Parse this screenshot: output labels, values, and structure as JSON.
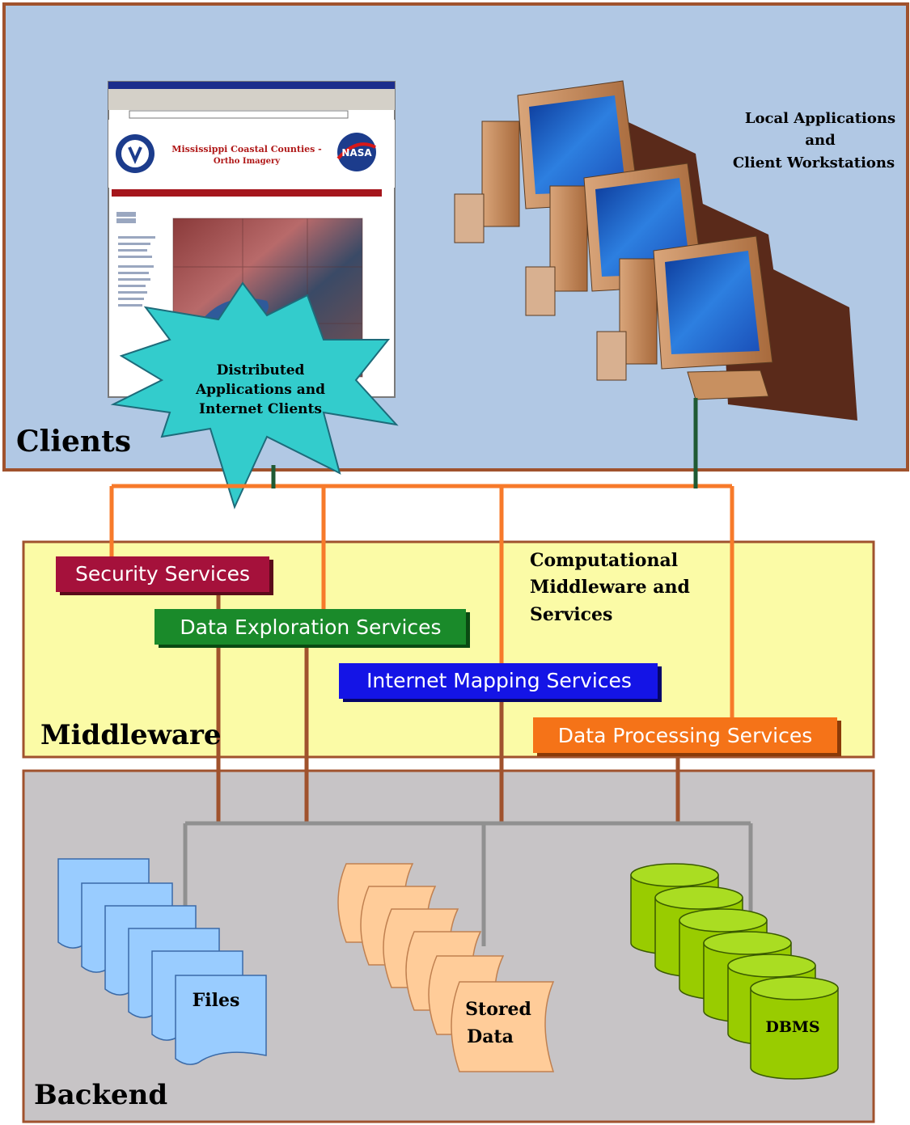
{
  "layers": {
    "clients": "Clients",
    "middleware": "Middleware",
    "backend": "Backend"
  },
  "clients": {
    "local_line1": "Local Applications",
    "local_line2": "and",
    "local_line3": "Client Workstations",
    "burst_line1": "Distributed",
    "burst_line2": "Applications and",
    "burst_line3": "Internet Clients",
    "browser": {
      "page_title_line1": "Mississippi Coastal Counties -",
      "page_title_line2": "Ortho Imagery",
      "nasa_logo": "NASA"
    }
  },
  "middleware": {
    "title_line1": "Computational",
    "title_line2": "Middleware and",
    "title_line3": "Services",
    "services": [
      {
        "label": "Security Services",
        "color": "#a5113b"
      },
      {
        "label": "Data Exploration Services",
        "color": "#1a8a2a"
      },
      {
        "label": "Internet Mapping Services",
        "color": "#1414e6"
      },
      {
        "label": "Data Processing Services",
        "color": "#f57318"
      }
    ]
  },
  "backend": {
    "files": "Files",
    "stored_line1": "Stored",
    "stored_line2": "Data",
    "dbms": "DBMS"
  },
  "colors": {
    "clients_bg": "#b1c8e4",
    "middleware_bg": "#fbfba6",
    "backend_bg": "#c7c4c6",
    "frame": "#a0522d",
    "orange_line": "#f77a2a",
    "green_line": "#1f5a33",
    "brown_line": "#a0522d",
    "gray_line": "#909090"
  }
}
